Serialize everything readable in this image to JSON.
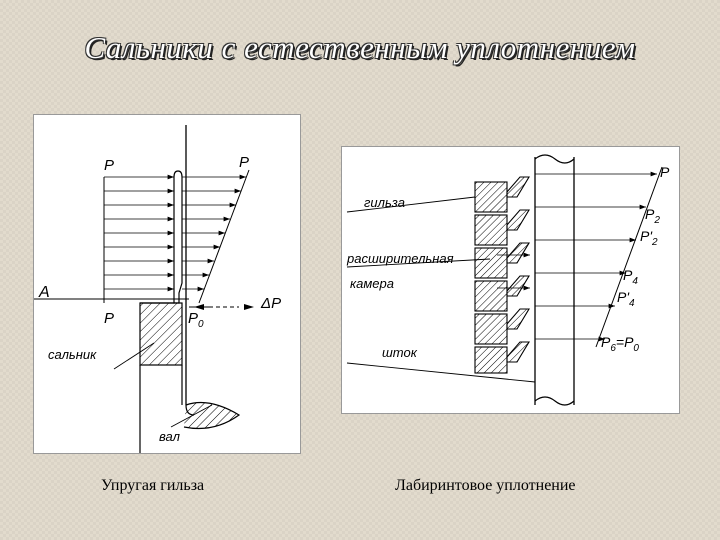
{
  "title": "Сальники с естественным уплотнением",
  "left_figure": {
    "caption": "Упругая гильза",
    "labels": {
      "p_top_left": "P",
      "p_top_right": "P",
      "a": "A",
      "p_mid": "P",
      "p0": "P",
      "p0_sub": "0",
      "dp": "ΔP",
      "salnik": "сальник",
      "val": "вал"
    }
  },
  "right_figure": {
    "caption": "Лабиринтовое уплотнение",
    "labels": {
      "gilza": "гильза",
      "rasshir": "расширительная",
      "kamera": "камера",
      "shtok": "шток",
      "p": "P",
      "p2": "P",
      "p2_sub": "2",
      "p2p": "P'",
      "p2p_sub": "2",
      "p4": "P",
      "p4_sub": "4",
      "p4p": "P'",
      "p4p_sub": "4",
      "p6eq": "P",
      "p6_sub": "6",
      "eq": "=P",
      "p0_sub": "0"
    }
  }
}
